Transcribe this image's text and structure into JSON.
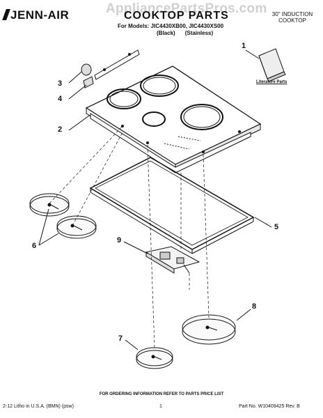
{
  "header": {
    "brand": "JENN-AIR",
    "title": "COOKTOP PARTS",
    "models": "For Models: JIC4430XB00, JIC4430XS00",
    "variants": [
      "(Black)",
      "(Stainless)"
    ],
    "subtitle": "30\" INDUCTION COOKTOP",
    "watermark": "AppliancePartsPros.com"
  },
  "parts_diagram": {
    "callouts": [
      "1",
      "2",
      "3",
      "4",
      "5",
      "6",
      "7",
      "8",
      "9"
    ],
    "literature_label": "Literature Parts"
  },
  "footer": {
    "order_note": "FOR ORDERING INFORMATION REFER TO PARTS PRICE LIST",
    "litho": "2-12 Litho in U.S.A. (BMN) (psw)",
    "page_number": "1",
    "part_number": "Part No. W10409425 Rev. B"
  }
}
